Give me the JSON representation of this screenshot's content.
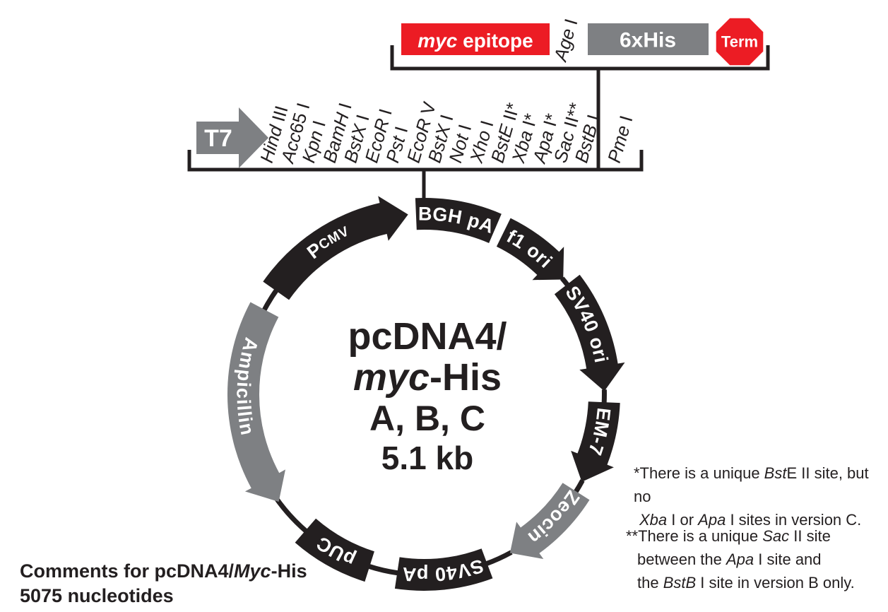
{
  "colors": {
    "ink": "#231f20",
    "gray": "#7e8083",
    "red": "#ec1c24",
    "white": "#ffffff"
  },
  "construct_bar": {
    "myc_epitope_runs": [
      {
        "t": "myc",
        "i": 1
      },
      {
        "t": " epitope"
      }
    ],
    "age_site_runs": [
      {
        "t": "Age",
        "i": 1
      },
      {
        "t": " I"
      }
    ],
    "his_tag_label": "6xHis",
    "terminator_label": "Term"
  },
  "t7_promoter_label": "T7",
  "restriction_sites": [
    {
      "runs": [
        {
          "t": "Hind",
          "i": 1
        },
        {
          "t": " III"
        }
      ]
    },
    {
      "runs": [
        {
          "t": "Acc",
          "i": 1
        },
        {
          "t": "65 I"
        }
      ]
    },
    {
      "runs": [
        {
          "t": "Kpn",
          "i": 1
        },
        {
          "t": " I"
        }
      ]
    },
    {
      "runs": [
        {
          "t": "BamH",
          "i": 1
        },
        {
          "t": " I"
        }
      ]
    },
    {
      "runs": [
        {
          "t": "BstX",
          "i": 1
        },
        {
          "t": " I"
        }
      ]
    },
    {
      "runs": [
        {
          "t": "EcoR",
          "i": 1
        },
        {
          "t": " I"
        }
      ]
    },
    {
      "runs": [
        {
          "t": "Pst",
          "i": 1
        },
        {
          "t": " I"
        }
      ]
    },
    {
      "runs": [
        {
          "t": "EcoR",
          "i": 1
        },
        {
          "t": " V"
        }
      ]
    },
    {
      "runs": [
        {
          "t": "BstX",
          "i": 1
        },
        {
          "t": " I"
        }
      ]
    },
    {
      "runs": [
        {
          "t": "Not",
          "i": 1
        },
        {
          "t": " I"
        }
      ]
    },
    {
      "runs": [
        {
          "t": "Xho",
          "i": 1
        },
        {
          "t": " I"
        }
      ]
    },
    {
      "runs": [
        {
          "t": "BstE",
          "i": 1
        },
        {
          "t": " II*"
        }
      ]
    },
    {
      "runs": [
        {
          "t": "Xba",
          "i": 1
        },
        {
          "t": " I*"
        }
      ]
    },
    {
      "runs": [
        {
          "t": "Apa",
          "i": 1
        },
        {
          "t": " I*"
        }
      ]
    },
    {
      "runs": [
        {
          "t": "Sac",
          "i": 1
        },
        {
          "t": " II**"
        }
      ]
    },
    {
      "runs": [
        {
          "t": "BstB",
          "i": 1
        },
        {
          "t": " I"
        }
      ]
    }
  ],
  "pme_site_runs": [
    {
      "t": "Pme",
      "i": 1
    },
    {
      "t": " I"
    }
  ],
  "plasmid": {
    "title_line1": "pcDNA4/",
    "title_line2_runs": [
      {
        "t": "myc",
        "i": 1
      },
      {
        "t": "-His"
      }
    ],
    "title_line3": "A, B, C",
    "title_line4": "5.1 kb",
    "segments": {
      "pcmv_runs": [
        {
          "t": "P"
        },
        {
          "t": "CMV",
          "s": 1
        }
      ],
      "bgh_pa": "BGH pA",
      "f1_ori": "f1 ori",
      "sv40_ori": "SV40 ori",
      "em7": "EM-7",
      "zeocin": "Zeocin",
      "sv40_pa": "SV40 pA",
      "puc": "pUC",
      "ampicillin": "Ampicillin"
    }
  },
  "footnotes": {
    "note1_line1_runs": [
      {
        "t": "*There is a unique "
      },
      {
        "t": "Bst",
        "i": 1
      },
      {
        "t": "E II site, but no"
      }
    ],
    "note1_line2_runs": [
      {
        "t": "Xba",
        "i": 1
      },
      {
        "t": " I or "
      },
      {
        "t": "Apa",
        "i": 1
      },
      {
        "t": " I sites in version C."
      }
    ],
    "note2_line1_runs": [
      {
        "t": "**There is a unique "
      },
      {
        "t": "Sac",
        "i": 1
      },
      {
        "t": " II site"
      }
    ],
    "note2_line2_runs": [
      {
        "t": "between the "
      },
      {
        "t": "Apa",
        "i": 1
      },
      {
        "t": " I site and"
      }
    ],
    "note2_line3_runs": [
      {
        "t": "the "
      },
      {
        "t": "BstB",
        "i": 1
      },
      {
        "t": " I site in version B only."
      }
    ]
  },
  "comments": {
    "line1_runs": [
      {
        "t": "Comments for pcDNA4/"
      },
      {
        "t": "Myc",
        "i": 1
      },
      {
        "t": "-His"
      }
    ],
    "line2": "5075 nucleotides"
  }
}
